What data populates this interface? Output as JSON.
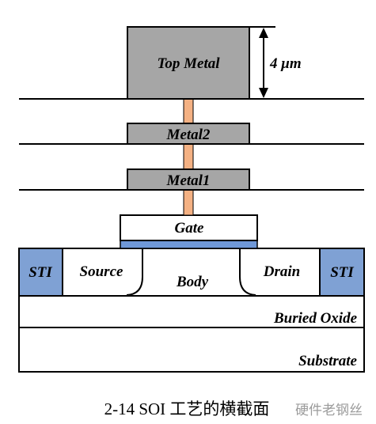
{
  "layers": {
    "top_metal": "Top Metal",
    "thickness": "4 μm",
    "metal2": "Metal2",
    "metal1": "Metal1",
    "gate": "Gate",
    "sti_left": "STI",
    "sti_right": "STI",
    "source": "Source",
    "body": "Body",
    "drain": "Drain",
    "buried_oxide": "Buried Oxide",
    "substrate": "Substrate"
  },
  "caption": "2-14 SOI 工艺的横截面",
  "watermark": "硬件老钢丝",
  "colors": {
    "metal": "#a6a6a6",
    "via": "#f4b183",
    "sti": "#7fa1d4",
    "gate_oxide": "#6f98d8",
    "outline": "#000000",
    "background": "#ffffff"
  }
}
